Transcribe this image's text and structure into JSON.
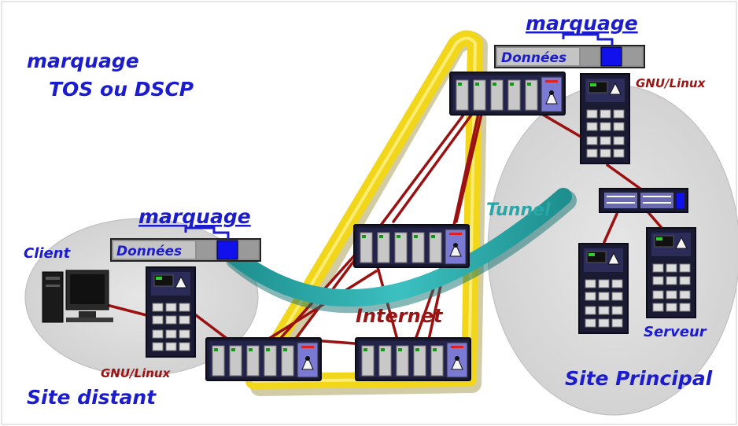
{
  "labels": {
    "marking_title_line1": "marquage",
    "marking_title_line2": "TOS ou DSCP",
    "packet_top_marking": "marquage",
    "packet_top_data": "Données",
    "packet_left_marking": "marquage",
    "packet_left_data": "Données",
    "gnu_linux_top": "GNU/Linux",
    "gnu_linux_bottom": "GNU/Linux",
    "client": "Client",
    "site_distant": "Site distant",
    "site_principal": "Site Principal",
    "tunnel": "Tunnel",
    "internet": "Internet",
    "serveur": "Serveur"
  },
  "colors": {
    "blue_text": "#1c1ccf",
    "red_text": "#9a1414",
    "link_red": "#9b1111",
    "teal_tunnel": "#2aa6a6",
    "yellow_triangle": "#f2d61a",
    "ellipse_grey": "#dcdcdc",
    "router_dark": "#1b1b3a",
    "packet_marker": "#1111ee"
  },
  "icons": [
    "router-icon",
    "linux-server-icon",
    "switch-icon",
    "computer-icon",
    "tux-icon"
  ]
}
